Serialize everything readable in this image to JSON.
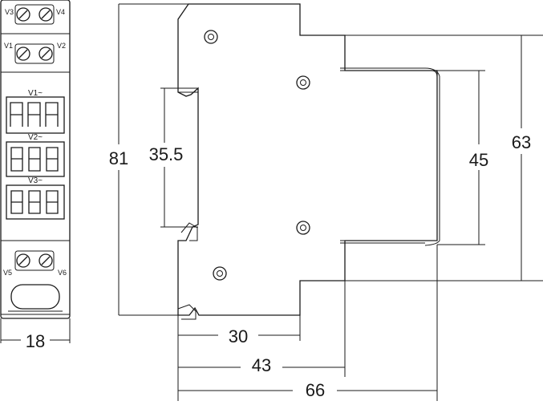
{
  "front_view": {
    "terminals_top": [
      {
        "left": "V3",
        "right": "V4"
      },
      {
        "left": "V1",
        "right": "V2"
      }
    ],
    "terminals_bottom": [
      {
        "left": "V5",
        "right": "V6"
      }
    ],
    "displays": [
      {
        "label": "V1~"
      },
      {
        "label": "V2~"
      },
      {
        "label": "V3~"
      }
    ],
    "width_dim": "18"
  },
  "side_view": {
    "dim_height_total": "81",
    "dim_rail_zone": "35.5",
    "dim_body_height": "63",
    "dim_front_height": "45",
    "dim_depth_30": "30",
    "dim_depth_43": "43",
    "dim_depth_66": "66"
  },
  "colors": {
    "line": "#1a1a1a",
    "background": "#ffffff"
  }
}
